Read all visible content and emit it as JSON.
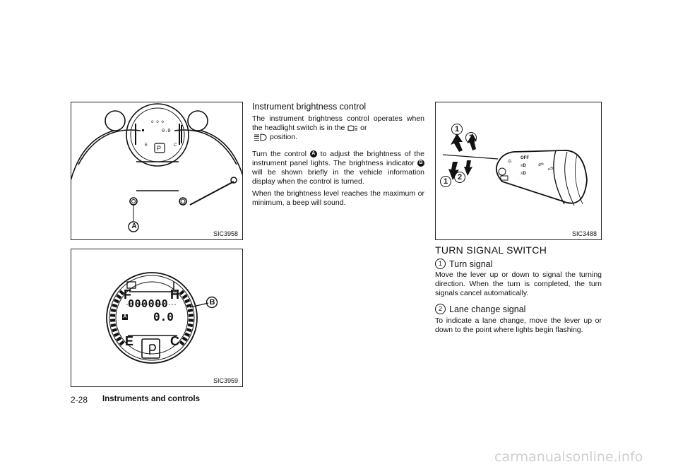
{
  "figures": {
    "fig1": {
      "code": "SIC3958",
      "callout": "A"
    },
    "fig2": {
      "code": "SIC3959",
      "callout": "B",
      "gauge_fuel_full": "F",
      "gauge_fuel_empty": "E",
      "gauge_temp_hot": "H",
      "gauge_temp_cold": "C",
      "odometer": "000000",
      "trip": "0.0",
      "gear": "P",
      "a_label": "A"
    },
    "fig3": {
      "code": "SIC3488",
      "switch_off": "OFF",
      "arrow1_up": "1",
      "arrow2_up": "2",
      "arrow1_down": "1",
      "arrow2_down": "2"
    }
  },
  "brightness": {
    "title": "Instrument brightness control",
    "p1_a": "The instrument brightness control operates when the headlight switch is in the",
    "p1_or": "or",
    "p1_b": "position.",
    "p2_a": "Turn the control",
    "p2_a_ref": "A",
    "p2_b": "to adjust the brightness of the instrument panel lights. The brightness indicator",
    "p2_b_ref": "B",
    "p2_c": "will be shown briefly in the vehicle information display when the control is turned.",
    "p3": "When the brightness level reaches the maximum or minimum, a beep will sound."
  },
  "turn_signal": {
    "heading": "TURN SIGNAL SWITCH",
    "sub1_num": "1",
    "sub1": "Turn signal",
    "p1": "Move the lever up or down to signal the turning direction. When the turn is completed, the turn signals cancel automatically.",
    "sub2_num": "2",
    "sub2": "Lane change signal",
    "p2": "To indicate a lane change, move the lever up or down to the point where lights begin flashing."
  },
  "footer": {
    "page_number": "2-28",
    "section": "Instruments and controls"
  },
  "watermark": "carmanualsonline.info"
}
